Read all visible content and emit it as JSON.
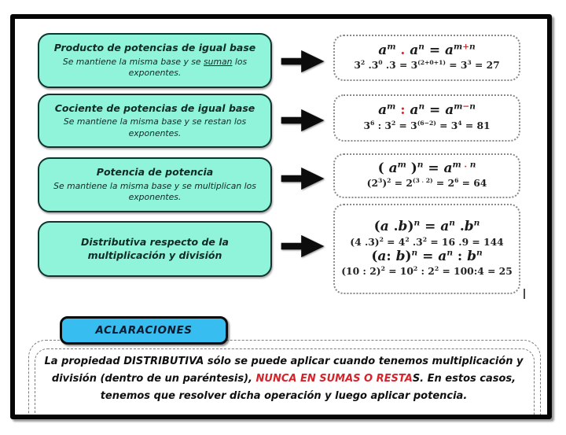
{
  "colors": {
    "teal": "#8ff4d9",
    "teal_border": "#0d362e",
    "blue": "#38bdf0",
    "red": "#d8232a"
  },
  "rows": [
    {
      "title": "Producto de potencias de igual base",
      "subtitle": [
        {
          "t": "Se mantiene la misma base y se "
        },
        {
          "t": "suman",
          "u": true
        },
        {
          "t": " los exponentes."
        }
      ],
      "formula_lines": [
        {
          "size": "main",
          "segs": [
            {
              "t": "a",
              "it": true
            },
            {
              "t": "m",
              "it": true,
              "sup": true
            },
            {
              "t": " . ",
              "red": true
            },
            {
              "t": "a",
              "it": true
            },
            {
              "t": "n",
              "it": true,
              "sup": true
            },
            {
              "t": " = "
            },
            {
              "t": "a",
              "it": true
            },
            {
              "t": "m",
              "it": true,
              "sup": true
            },
            {
              "t": "+",
              "sup": true,
              "red": true
            },
            {
              "t": "n",
              "it": true,
              "sup": true
            }
          ]
        },
        {
          "size": "example",
          "segs": [
            {
              "t": "3"
            },
            {
              "t": "2",
              "sup": true
            },
            {
              "t": " .3"
            },
            {
              "t": "0",
              "sup": true
            },
            {
              "t": " .3 = 3"
            },
            {
              "t": "(2+0+1)",
              "sup": true
            },
            {
              "t": " = 3"
            },
            {
              "t": "3",
              "sup": true
            },
            {
              "t": " = 27"
            }
          ]
        }
      ]
    },
    {
      "title": "Cociente de potencias de igual base",
      "subtitle": [
        {
          "t": "Se mantiene la misma base y se restan los exponentes."
        }
      ],
      "formula_lines": [
        {
          "size": "main",
          "segs": [
            {
              "t": "a",
              "it": true
            },
            {
              "t": "m",
              "it": true,
              "sup": true
            },
            {
              "t": " : ",
              "red": true
            },
            {
              "t": "a",
              "it": true
            },
            {
              "t": "n",
              "it": true,
              "sup": true
            },
            {
              "t": " = "
            },
            {
              "t": "a",
              "it": true
            },
            {
              "t": "m",
              "it": true,
              "sup": true
            },
            {
              "t": "−",
              "sup": true,
              "red": true
            },
            {
              "t": "n",
              "it": true,
              "sup": true
            }
          ]
        },
        {
          "size": "example",
          "segs": [
            {
              "t": "3"
            },
            {
              "t": "6",
              "sup": true
            },
            {
              "t": " : 3"
            },
            {
              "t": "2",
              "sup": true
            },
            {
              "t": " = 3"
            },
            {
              "t": "(6−2)",
              "sup": true
            },
            {
              "t": " = 3"
            },
            {
              "t": "4",
              "sup": true
            },
            {
              "t": " = 81"
            }
          ]
        }
      ]
    },
    {
      "title": "Potencia de potencia",
      "subtitle": [
        {
          "t": "Se mantiene la misma base y se multiplican los exponentes."
        }
      ],
      "formula_lines": [
        {
          "size": "main",
          "segs": [
            {
              "t": "( "
            },
            {
              "t": "a",
              "it": true
            },
            {
              "t": "m",
              "it": true,
              "sup": true
            },
            {
              "t": " )"
            },
            {
              "t": "n",
              "it": true,
              "sup": true
            },
            {
              "t": " = "
            },
            {
              "t": "a",
              "it": true
            },
            {
              "t": "m",
              "it": true,
              "sup": true
            },
            {
              "t": " . ",
              "sup": true,
              "red": true
            },
            {
              "t": "n",
              "it": true,
              "sup": true
            }
          ]
        },
        {
          "size": "example",
          "segs": [
            {
              "t": "(2"
            },
            {
              "t": "3",
              "sup": true
            },
            {
              "t": ")"
            },
            {
              "t": "2",
              "sup": true
            },
            {
              "t": " = 2"
            },
            {
              "t": "(3 ",
              "sup": true
            },
            {
              "t": ". ",
              "sup": true,
              "red": true
            },
            {
              "t": "2)",
              "sup": true
            },
            {
              "t": " = 2"
            },
            {
              "t": "6",
              "sup": true
            },
            {
              "t": " = 64"
            }
          ]
        }
      ]
    },
    {
      "title": "Distributiva respecto de la multiplicación y división",
      "subtitle": [],
      "formula_lines": [
        {
          "size": "main",
          "segs": [
            {
              "t": "("
            },
            {
              "t": "a",
              "it": true
            },
            {
              "t": " ."
            },
            {
              "t": "b",
              "it": true
            },
            {
              "t": ")"
            },
            {
              "t": "n",
              "it": true,
              "sup": true
            },
            {
              "t": " = "
            },
            {
              "t": "a",
              "it": true
            },
            {
              "t": "n",
              "it": true,
              "sup": true
            },
            {
              "t": " ."
            },
            {
              "t": "b",
              "it": true
            },
            {
              "t": "n",
              "it": true,
              "sup": true
            }
          ]
        },
        {
          "size": "example",
          "segs": [
            {
              "t": "(4 .3)"
            },
            {
              "t": "2",
              "sup": true
            },
            {
              "t": " = 4"
            },
            {
              "t": "2",
              "sup": true
            },
            {
              "t": " .3"
            },
            {
              "t": "2",
              "sup": true
            },
            {
              "t": " = 16 .9 = 144"
            }
          ]
        },
        {
          "size": "main",
          "segs": [
            {
              "t": "("
            },
            {
              "t": "a",
              "it": true
            },
            {
              "t": ": "
            },
            {
              "t": "b",
              "it": true
            },
            {
              "t": ")"
            },
            {
              "t": "n",
              "it": true,
              "sup": true
            },
            {
              "t": " = "
            },
            {
              "t": "a",
              "it": true
            },
            {
              "t": "n",
              "it": true,
              "sup": true
            },
            {
              "t": " : "
            },
            {
              "t": "b",
              "it": true
            },
            {
              "t": "n",
              "it": true,
              "sup": true
            }
          ]
        },
        {
          "size": "example",
          "segs": [
            {
              "t": "(10 : 2)"
            },
            {
              "t": "2",
              "sup": true
            },
            {
              "t": " = 10"
            },
            {
              "t": "2",
              "sup": true
            },
            {
              "t": " : 2"
            },
            {
              "t": "2",
              "sup": true
            },
            {
              "t": " = 100:4 = 25"
            }
          ]
        }
      ]
    }
  ],
  "aclaraciones_label": "ACLARACIONES",
  "note_segs": [
    {
      "t": "La propiedad DISTRIBUTIVA sólo se puede aplicar cuando tenemos multiplicación y división (dentro de un paréntesis), "
    },
    {
      "t": "NUNCA EN SUMAS O RESTA",
      "red": true
    },
    {
      "t": "S. En estos casos, tenemos que resolver dicha operación y luego aplicar potencia."
    }
  ]
}
